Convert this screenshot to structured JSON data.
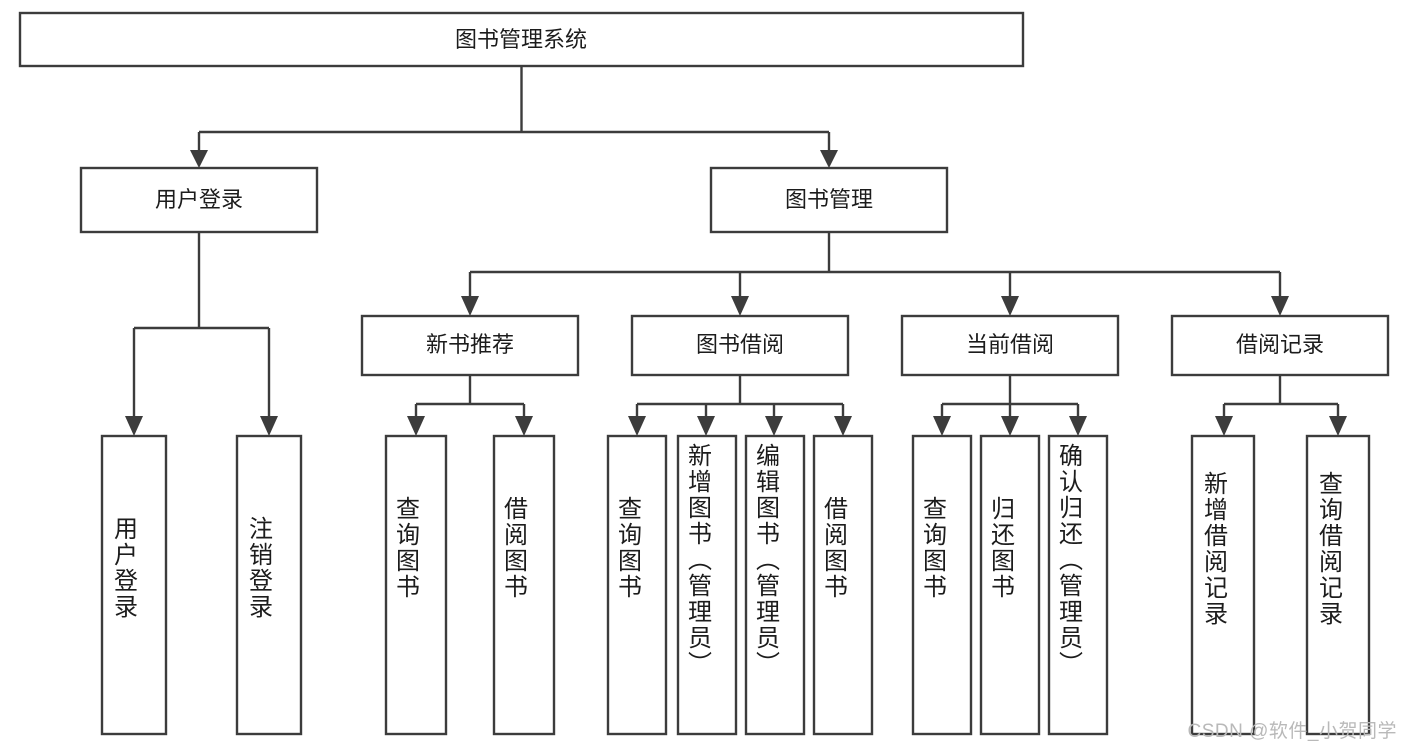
{
  "diagram": {
    "type": "hierarchy-tree",
    "title": "图书管理系统",
    "root": {
      "label": "图书管理系统"
    },
    "level2": [
      {
        "label": "用户登录"
      },
      {
        "label": "图书管理"
      }
    ],
    "level3": [
      {
        "label": "新书推荐"
      },
      {
        "label": "图书借阅"
      },
      {
        "label": "当前借阅"
      },
      {
        "label": "借阅记录"
      }
    ],
    "leaves": {
      "user_login": [
        {
          "label": "用户登录"
        },
        {
          "label": "注销登录"
        }
      ],
      "new_book_recommend": [
        {
          "label": "查询图书"
        },
        {
          "label": "借阅图书"
        }
      ],
      "book_borrow": [
        {
          "label": "查询图书"
        },
        {
          "label": "新增图书（管理员）"
        },
        {
          "label": "编辑图书（管理员）"
        },
        {
          "label": "借阅图书"
        }
      ],
      "current_borrow": [
        {
          "label": "查询图书"
        },
        {
          "label": "归还图书"
        },
        {
          "label": "确认归还（管理员）"
        }
      ],
      "borrow_record": [
        {
          "label": "新增借阅记录"
        },
        {
          "label": "查询借阅记录"
        }
      ]
    }
  },
  "watermark": {
    "text": "CSDN @软件_小贺同学"
  },
  "colors": {
    "box_stroke": "#3c3c3c",
    "box_fill": "#ffffff",
    "text": "#1c1c1c",
    "watermark": "#b9b9b9",
    "background": "#ffffff"
  }
}
